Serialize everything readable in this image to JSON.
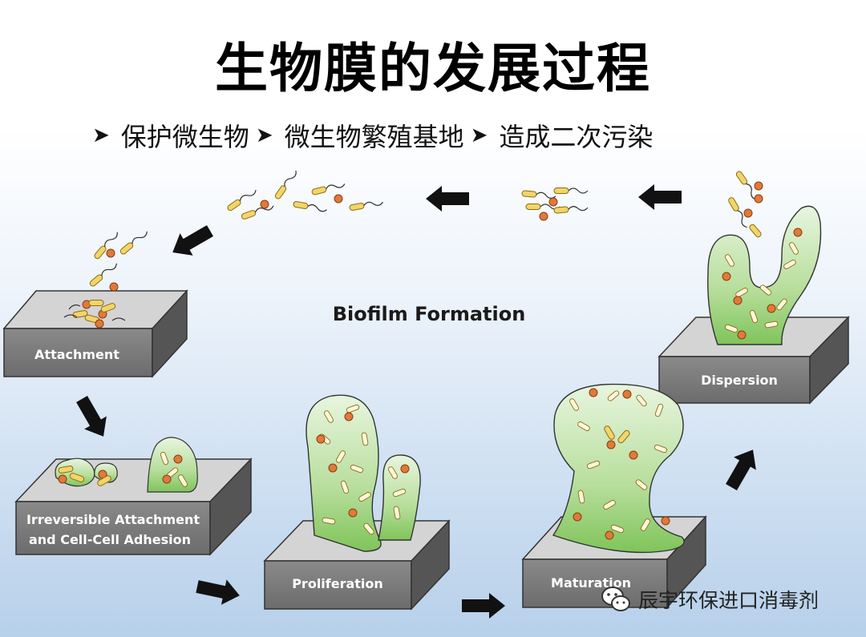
{
  "title": "生物膜的发展过程",
  "bullets": [
    "保护微生物",
    "微生物繁殖基地",
    "造成二次污染"
  ],
  "center_label": "Biofilm Formation",
  "stages": [
    "Attachment",
    "Irreversible Attachment",
    "and Cell-Cell Adhesion",
    "Proliferation",
    "Maturation",
    "Dispersion"
  ],
  "watermark": "辰宇环保进口消毒剂",
  "colors": {
    "block_top": "#cfcfcf",
    "block_front": "#7a7a7a",
    "block_side": "#5d5d5d",
    "biofilm": "#a6d68a",
    "bacteria_rod": "#f2d46a",
    "bacteria_cocci": "#e07a3a"
  },
  "icons": [
    "arrow-right-icon",
    "bold-arrow-icon",
    "wechat-icon"
  ]
}
